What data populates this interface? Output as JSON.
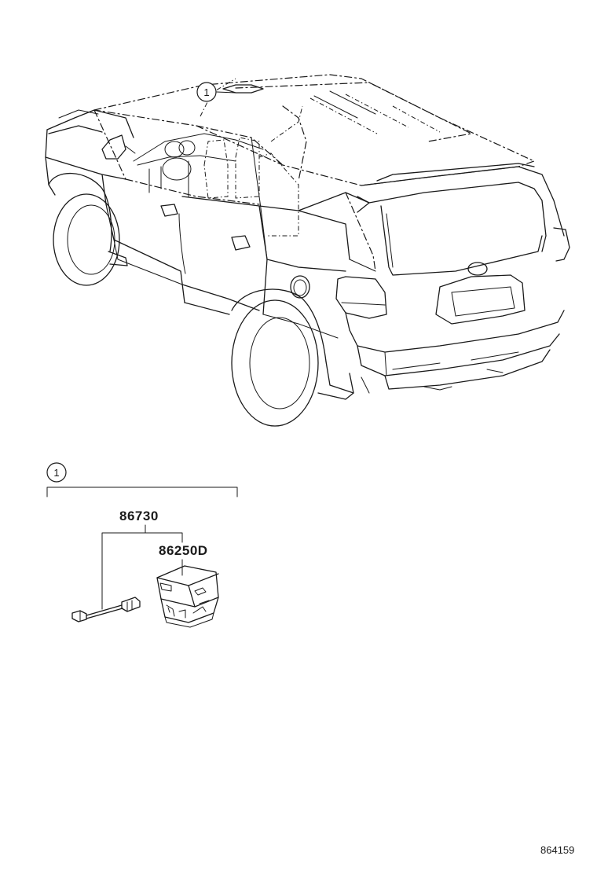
{
  "callouts": {
    "vehicle_marker": "1",
    "group_marker": "1"
  },
  "parts": {
    "assembly": "86730",
    "unit": "86250D"
  },
  "illustration_ref": "864159"
}
